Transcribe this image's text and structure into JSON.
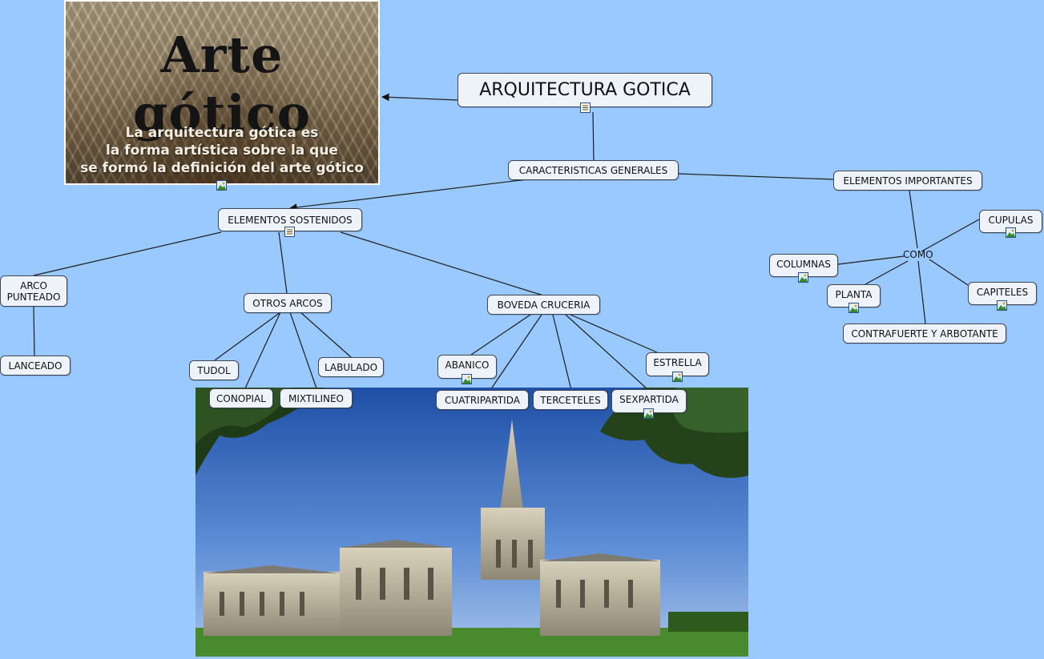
{
  "poster": {
    "title": "Arte gótico",
    "caption_lines": [
      "La arquitectura gótica es",
      "la forma artística sobre la que",
      "se formó la definición del arte gótico"
    ]
  },
  "nodes": {
    "root": "ARQUITECTURA GOTICA",
    "caracteristicas": "CARACTERISTICAS GENERALES",
    "sostenidos": "ELEMENTOS SOSTENIDOS",
    "importantes": "ELEMENTOS IMPORTANTES",
    "arco_punteado": "ARCO PUNTEADO",
    "lanceado": "LANCEADO",
    "otros_arcos": "OTROS ARCOS",
    "tudol": "TUDOL",
    "conopial": "CONOPIAL",
    "mixtilineo": "MIXTILINEO",
    "labulado": "LABULADO",
    "boveda": "BOVEDA CRUCERIA",
    "abanico": "ABANICO",
    "cuatripartida": "CUATRIPARTIDA",
    "terceteles": "TERCETELES",
    "sexpartida": "SEXPARTIDA",
    "estrella": "ESTRELLA",
    "como": "COMO",
    "cupulas": "CUPULAS",
    "columnas": "COLUMNAS",
    "planta": "PLANTA",
    "capiteles": "CAPITELES",
    "contrafuerte": "CONTRAFUERTE Y ARBOTANTE"
  }
}
